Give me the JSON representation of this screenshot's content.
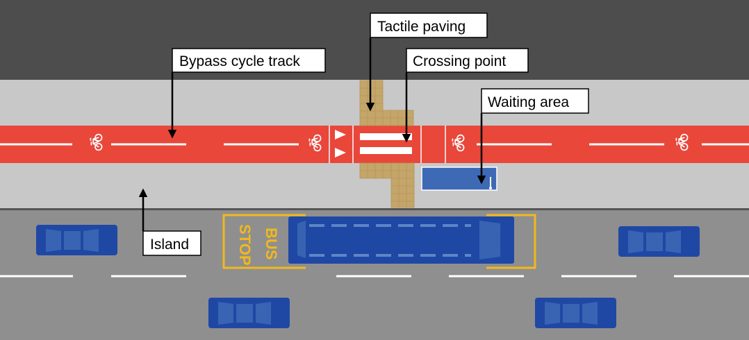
{
  "colors": {
    "footway": "#4d4d4d",
    "island": "#c8c8c8",
    "cycle_track": "#e8473a",
    "carriageway": "#8f8f8f",
    "tactile_paving": "#c4a66b",
    "waiting_area": "#3e6ab5",
    "vehicle": "#1f48a5",
    "bus_stop_marking": "#f2b81c",
    "marking_white": "#ffffff",
    "label_box": "#ffffff",
    "arrow": "#000000"
  },
  "labels": {
    "bypass_cycle_track": "Bypass cycle track",
    "tactile_paving": "Tactile paving",
    "crossing_point": "Crossing point",
    "waiting_area": "Waiting area",
    "island": "Island"
  },
  "road_marking": {
    "bus_stop_line1": "BUS",
    "bus_stop_line2": "STOP"
  },
  "icons": {
    "cycle_symbol": "bicycle-icon",
    "give_way_triangles": "give-way-triangle-icon",
    "label_pointer": "arrow-icon",
    "car": "car-icon",
    "bus": "bus-icon"
  }
}
